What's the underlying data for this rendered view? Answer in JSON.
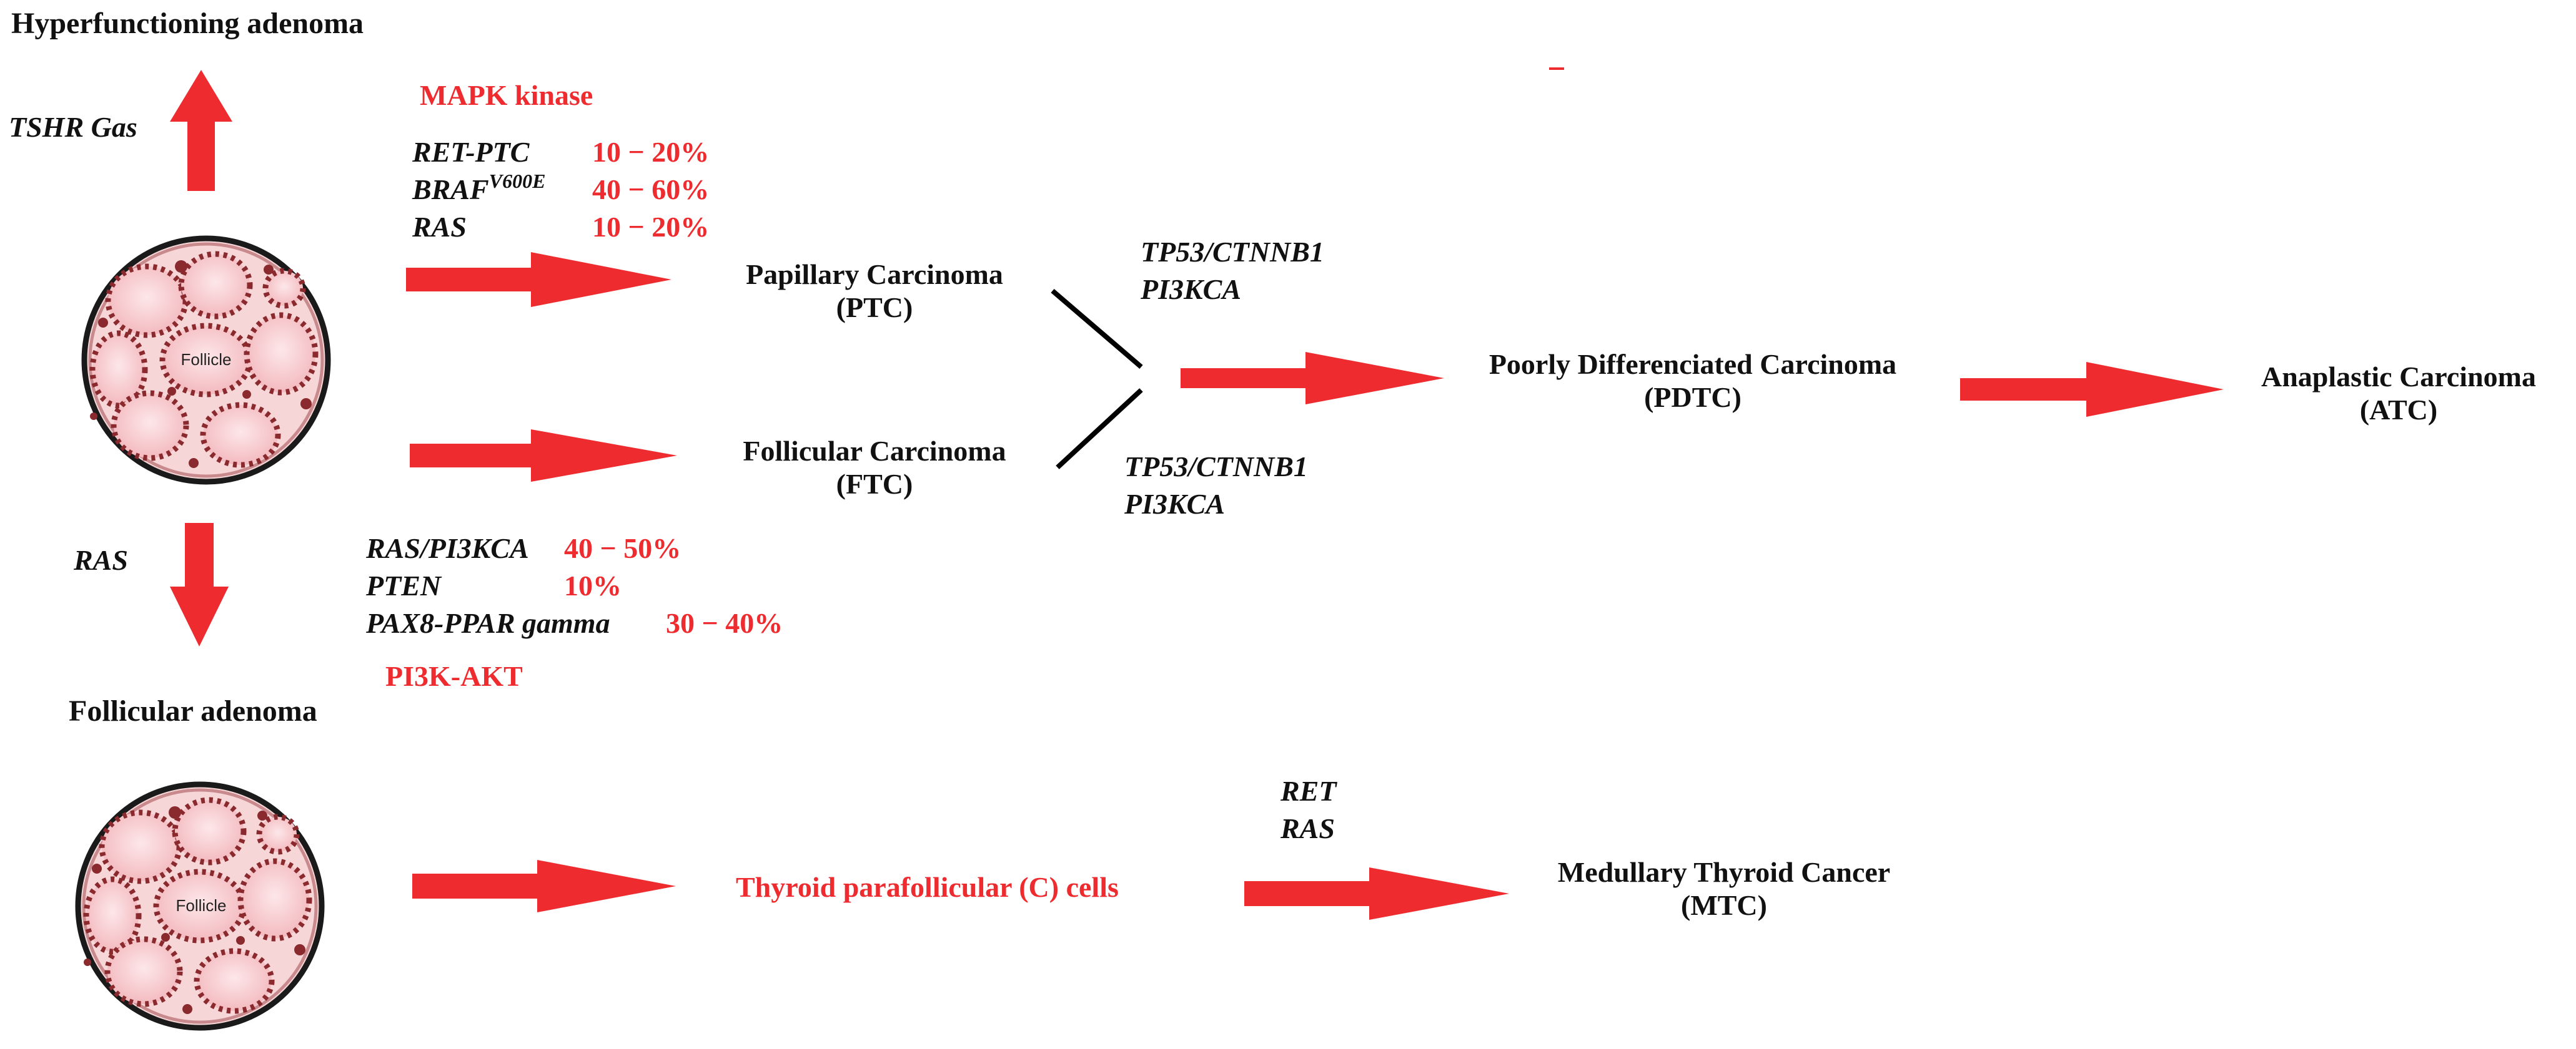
{
  "colors": {
    "accent": "#ee2b2f",
    "text": "#111111",
    "follicle_fill": "#f6c9cc",
    "follicle_rim": "#8a2a2e"
  },
  "icons": {
    "arrows": "red-block-arrow",
    "cells": "thyroid-follicle-cross-section"
  },
  "top_left": {
    "title": "Hyperfunctioning adenoma",
    "mutation": "TSHR Gas"
  },
  "mapk": {
    "title": "MAPK kinase",
    "genes": [
      {
        "name": "RET-PTC",
        "pct": "10 − 20%"
      },
      {
        "name": "BRAF",
        "sup": "V600E",
        "pct": "40 − 60%"
      },
      {
        "name": "RAS",
        "pct": "10 − 20%"
      }
    ]
  },
  "pi3k": {
    "title": "PI3K-AKT",
    "genes": [
      {
        "name": "RAS/PI3KCA",
        "pct": "40 − 50%"
      },
      {
        "name": "PTEN",
        "pct": "10%"
      },
      {
        "name": "PAX8-PPAR gamma",
        "pct": "30 − 40%"
      }
    ]
  },
  "ras_label": "RAS",
  "follicular_adenoma": "Follicular adenoma",
  "follicle_label": "Follicle",
  "ptc": {
    "line1": "Papillary Carcinoma",
    "line2": "(PTC)"
  },
  "ftc": {
    "line1": "Follicular Carcinoma",
    "line2": "(FTC)"
  },
  "upper_genes": [
    "TP53/CTNNB1",
    "PI3KCA"
  ],
  "lower_genes": [
    "TP53/CTNNB1",
    "PI3KCA"
  ],
  "pdtc": {
    "line1": "Poorly Differenciated Carcinoma",
    "line2": "(PDTC)"
  },
  "atc": {
    "line1": "Anaplastic Carcinoma",
    "line2": "(ATC)"
  },
  "c_cells": "Thyroid parafollicular (C) cells",
  "mtc_genes": [
    "RET",
    "RAS"
  ],
  "mtc": {
    "line1": "Medullary Thyroid Cancer",
    "line2": "(MTC)"
  }
}
